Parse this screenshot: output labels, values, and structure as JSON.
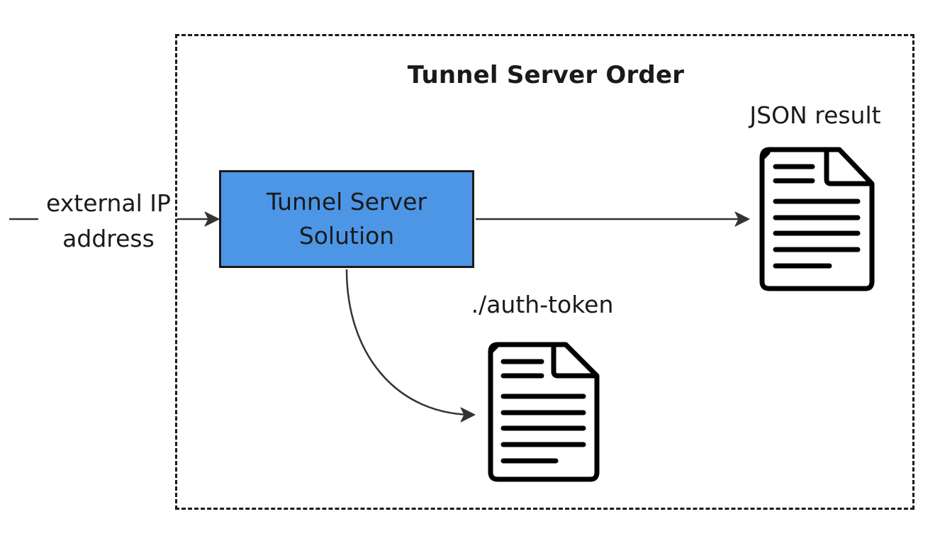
{
  "title": "Tunnel Server Order",
  "process": {
    "label": "Tunnel Server Solution",
    "fill_color": "#4d96e6"
  },
  "input": {
    "label": "external IP address"
  },
  "outputs": {
    "json_result": {
      "label": "JSON result",
      "icon": "document-icon"
    },
    "auth_token": {
      "label": "./auth-token",
      "icon": "document-icon"
    }
  },
  "colors": {
    "stroke": "#1a1a1a",
    "process_fill": "#4d96e6",
    "arrow": "#333333"
  }
}
